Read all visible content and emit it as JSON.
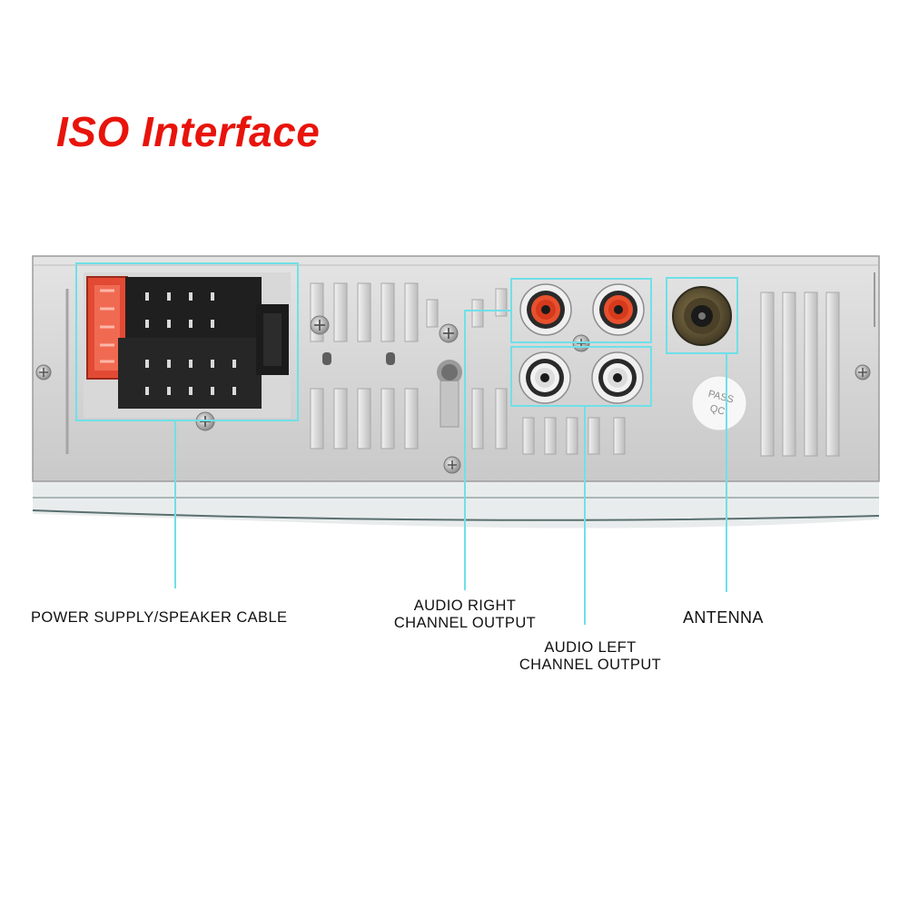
{
  "title": "ISO Interface",
  "accent_color": "#e8140c",
  "callout_color": "#6fe0e8",
  "panel": {
    "qc_sticker": [
      "PASS",
      "QC"
    ]
  },
  "labels": {
    "power": "POWER SUPPLY/SPEAKER CABLE",
    "audio_right": [
      "AUDIO RIGHT",
      "CHANNEL OUTPUT"
    ],
    "audio_left": [
      "AUDIO LEFT",
      "CHANNEL OUTPUT"
    ],
    "antenna": "ANTENNA"
  }
}
